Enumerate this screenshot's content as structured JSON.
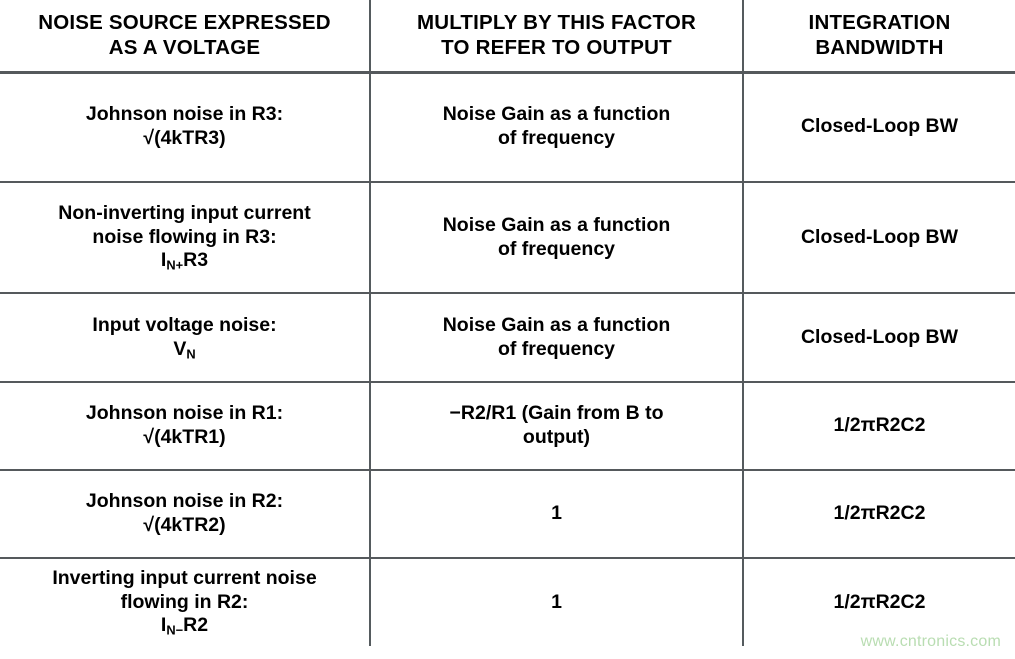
{
  "table": {
    "headers": [
      {
        "line1": "NOISE SOURCE EXPRESSED",
        "line2": "AS A VOLTAGE"
      },
      {
        "line1": "MULTIPLY BY THIS FACTOR",
        "line2": "TO REFER TO OUTPUT"
      },
      {
        "line1": "INTEGRATION",
        "line2": "BANDWIDTH"
      }
    ],
    "rows": [
      {
        "source": {
          "line1": "Johnson noise in R3:",
          "line2_pre": "√(4kTR3)",
          "line2_sub": "",
          "line2_post": ""
        },
        "factor": {
          "line1": "Noise Gain as a function",
          "line2": "of frequency"
        },
        "bandwidth": "Closed-Loop BW"
      },
      {
        "source": {
          "line1": "Non-inverting input current",
          "line1b": "noise flowing in R3:",
          "line2_pre": "I",
          "line2_sub": "N+",
          "line2_post": "R3"
        },
        "factor": {
          "line1": "Noise Gain as a function",
          "line2": "of frequency"
        },
        "bandwidth": "Closed-Loop BW"
      },
      {
        "source": {
          "line1": "Input voltage noise:",
          "line2_pre": "V",
          "line2_sub": "N",
          "line2_post": ""
        },
        "factor": {
          "line1": "Noise Gain as a function",
          "line2": "of frequency"
        },
        "bandwidth": "Closed-Loop BW"
      },
      {
        "source": {
          "line1": "Johnson noise in R1:",
          "line2_pre": "√(4kTR1)",
          "line2_sub": "",
          "line2_post": ""
        },
        "factor": {
          "line1": "−R2/R1 (Gain from B to",
          "line2": "output)"
        },
        "bandwidth": "1/2πR2C2"
      },
      {
        "source": {
          "line1": "Johnson noise in R2:",
          "line2_pre": "√(4kTR2)",
          "line2_sub": "",
          "line2_post": ""
        },
        "factor": {
          "line1": "1",
          "line2": ""
        },
        "bandwidth": "1/2πR2C2"
      },
      {
        "source": {
          "line1": "Inverting input current noise",
          "line1b": "flowing in R2:",
          "line2_pre": "I",
          "line2_sub": "N−",
          "line2_post": "R2"
        },
        "factor": {
          "line1": "1",
          "line2": ""
        },
        "bandwidth": "1/2πR2C2"
      }
    ]
  },
  "watermark": "www.cntronics.com",
  "colors": {
    "rule": "#55595c",
    "text": "#000000",
    "watermark": "#b9ddb2",
    "background": "#ffffff"
  }
}
